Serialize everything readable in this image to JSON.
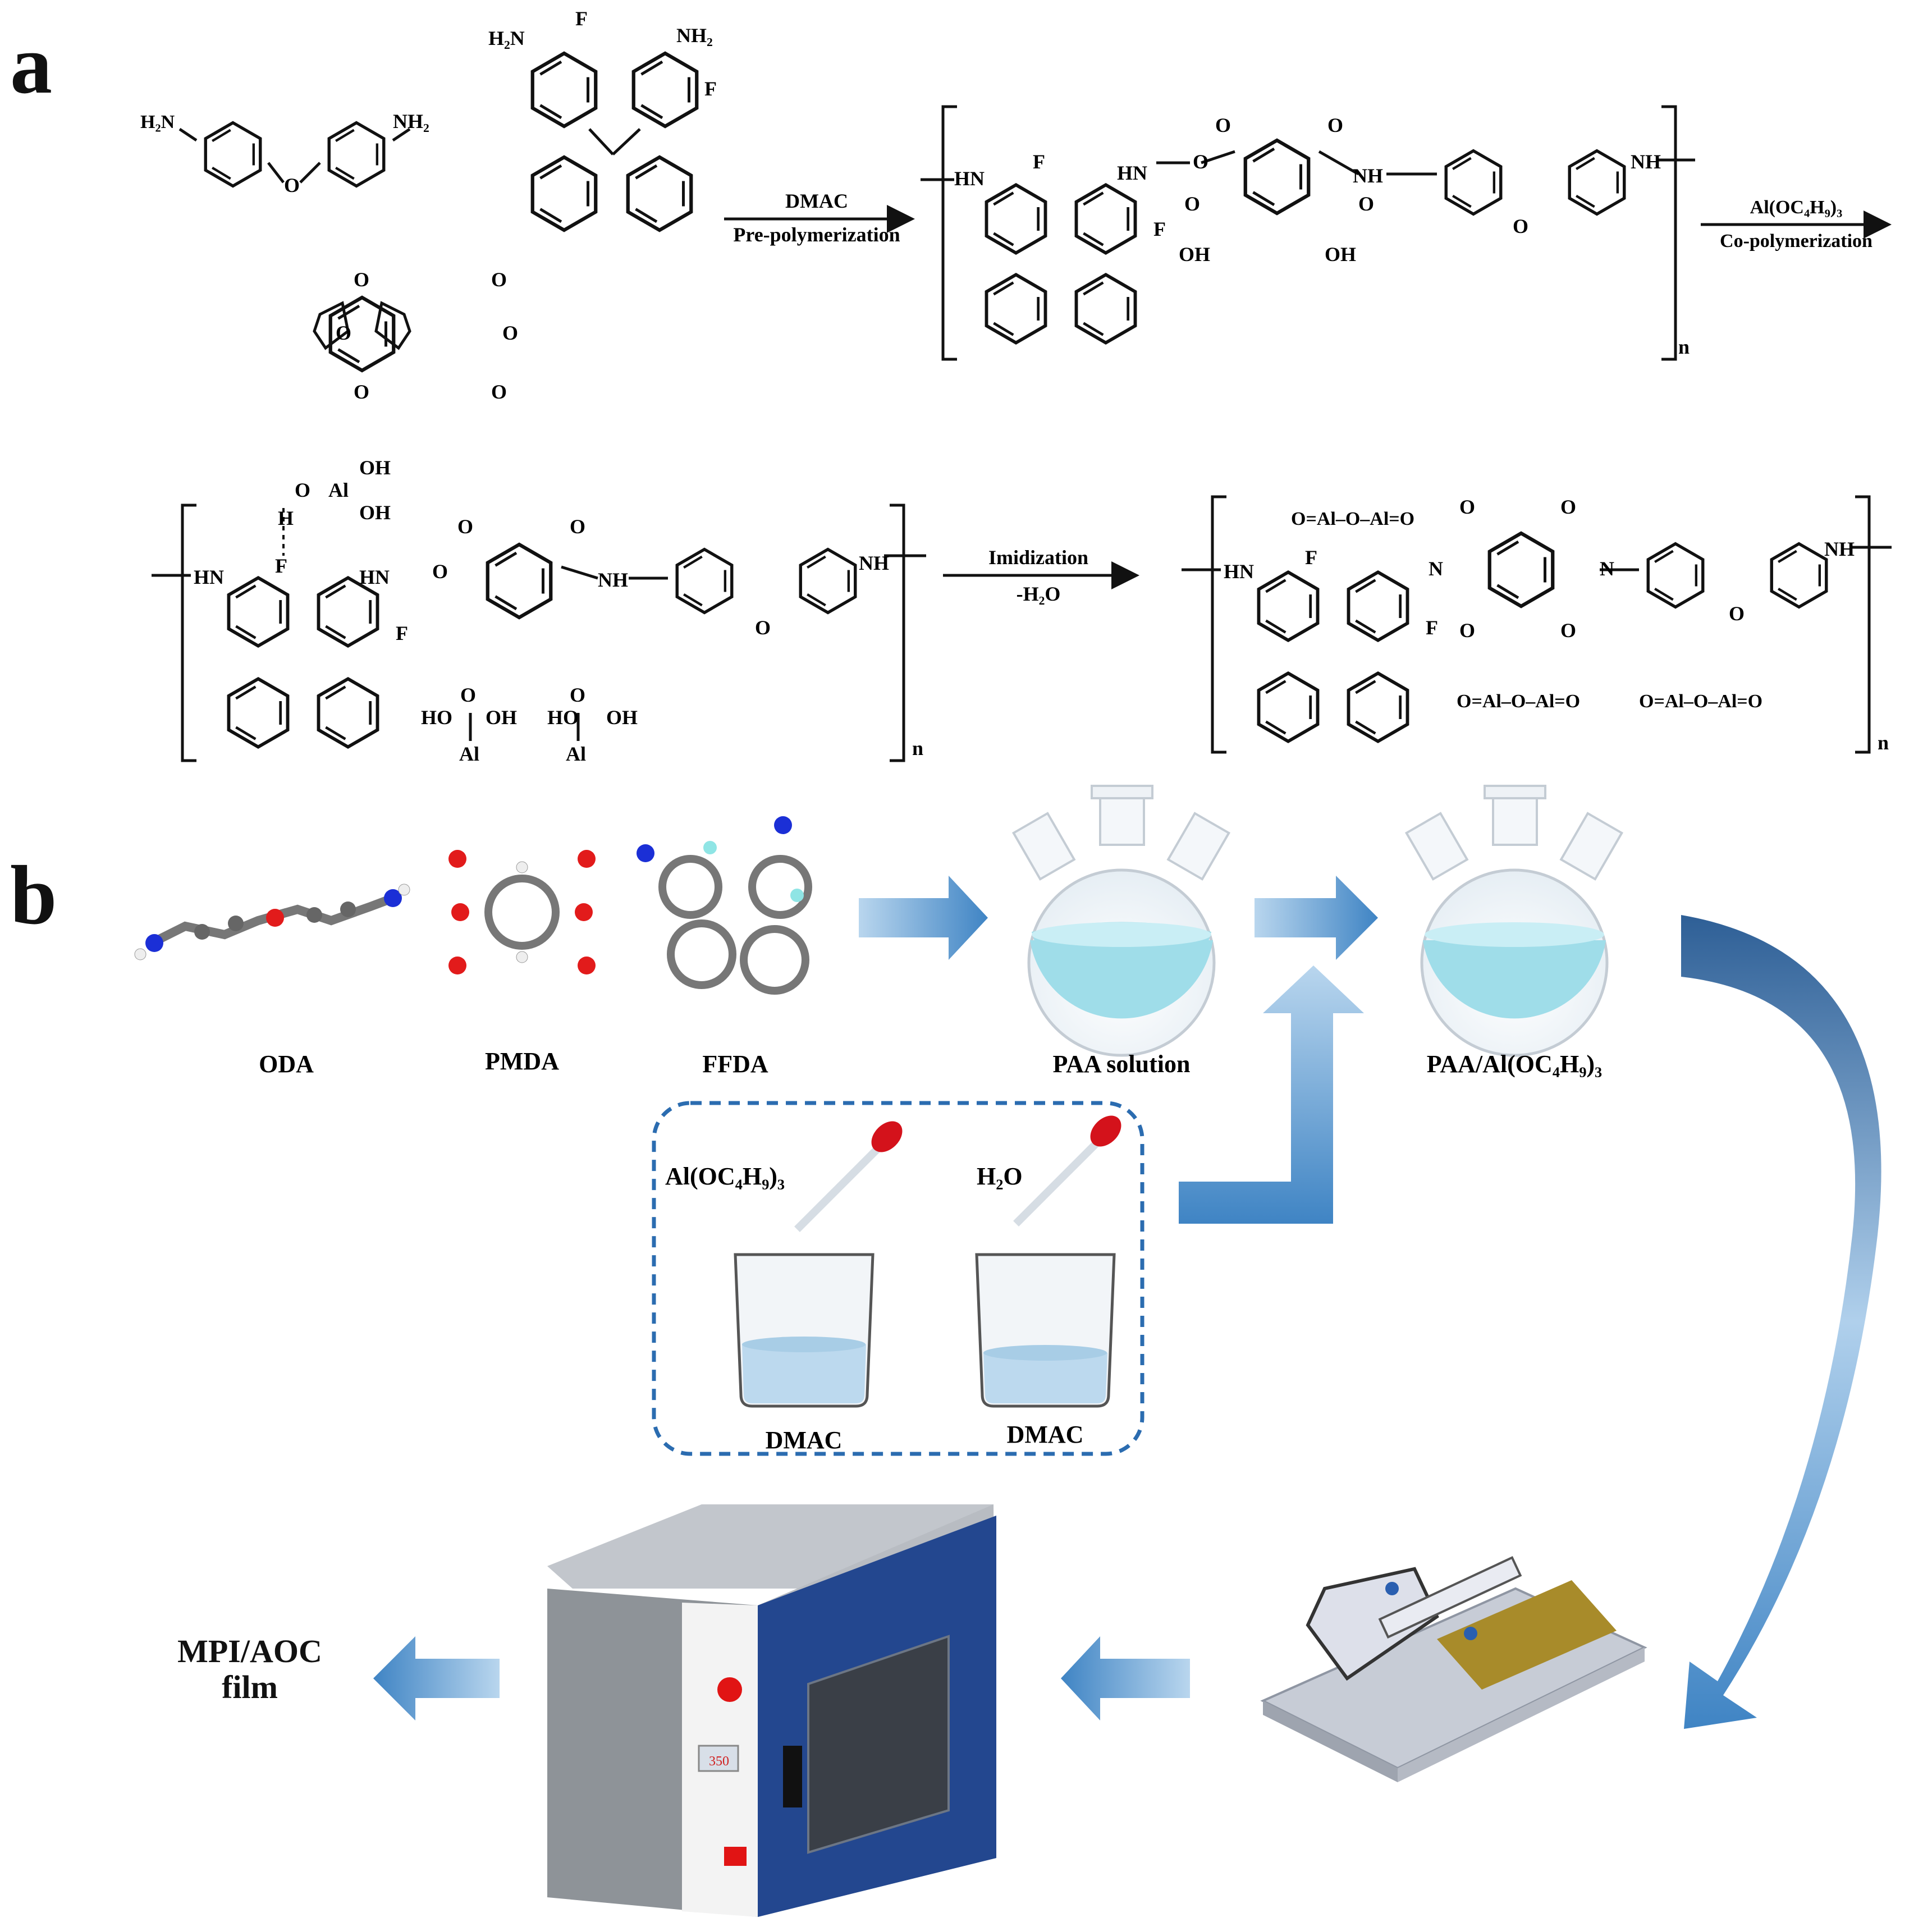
{
  "panels": {
    "a": "a",
    "b": "b"
  },
  "scheme": {
    "monomers": {
      "oda_left": "H₂N",
      "oda_right": "NH₂",
      "ffda_nh2_left": "H₂N",
      "ffda_nh2_right": "NH₂",
      "ffda_f": "F",
      "o": "O"
    },
    "step1": {
      "top": "DMAC",
      "bottom": "Pre-polymerization"
    },
    "step2": {
      "top": "Al(OC₄H₉)₃",
      "bottom": "Co-polymerization"
    },
    "step3": {
      "top": "Imidization",
      "bottom": "-H₂O"
    },
    "repeat_n": "n",
    "atoms": {
      "hn": "HN",
      "nh": "NH",
      "f": "F",
      "o": "O",
      "oh": "OH",
      "ho": "HO",
      "n": "N",
      "al": "Al",
      "h": "H"
    },
    "aloxide": "O=Al–O–Al=O"
  },
  "process": {
    "molecules": [
      "ODA",
      "PMDA",
      "FFDA"
    ],
    "paa_solution": "PAA solution",
    "paa_al": "PAA/Al(OC₄H₉)₃",
    "additive1": "Al(OC₄H₉)₃",
    "additive2": "H₂O",
    "beaker1": "DMAC",
    "beaker2": "DMAC",
    "oven_display": "350",
    "product_line1": "MPI/AOC",
    "product_line2": "film"
  },
  "colors": {
    "arrow": "#3f84c4",
    "arrow_light": "#b9d6ee",
    "liquid": "#9fdde9",
    "oven_door": "#23478f",
    "dashed_box": "#2b6cb0"
  }
}
